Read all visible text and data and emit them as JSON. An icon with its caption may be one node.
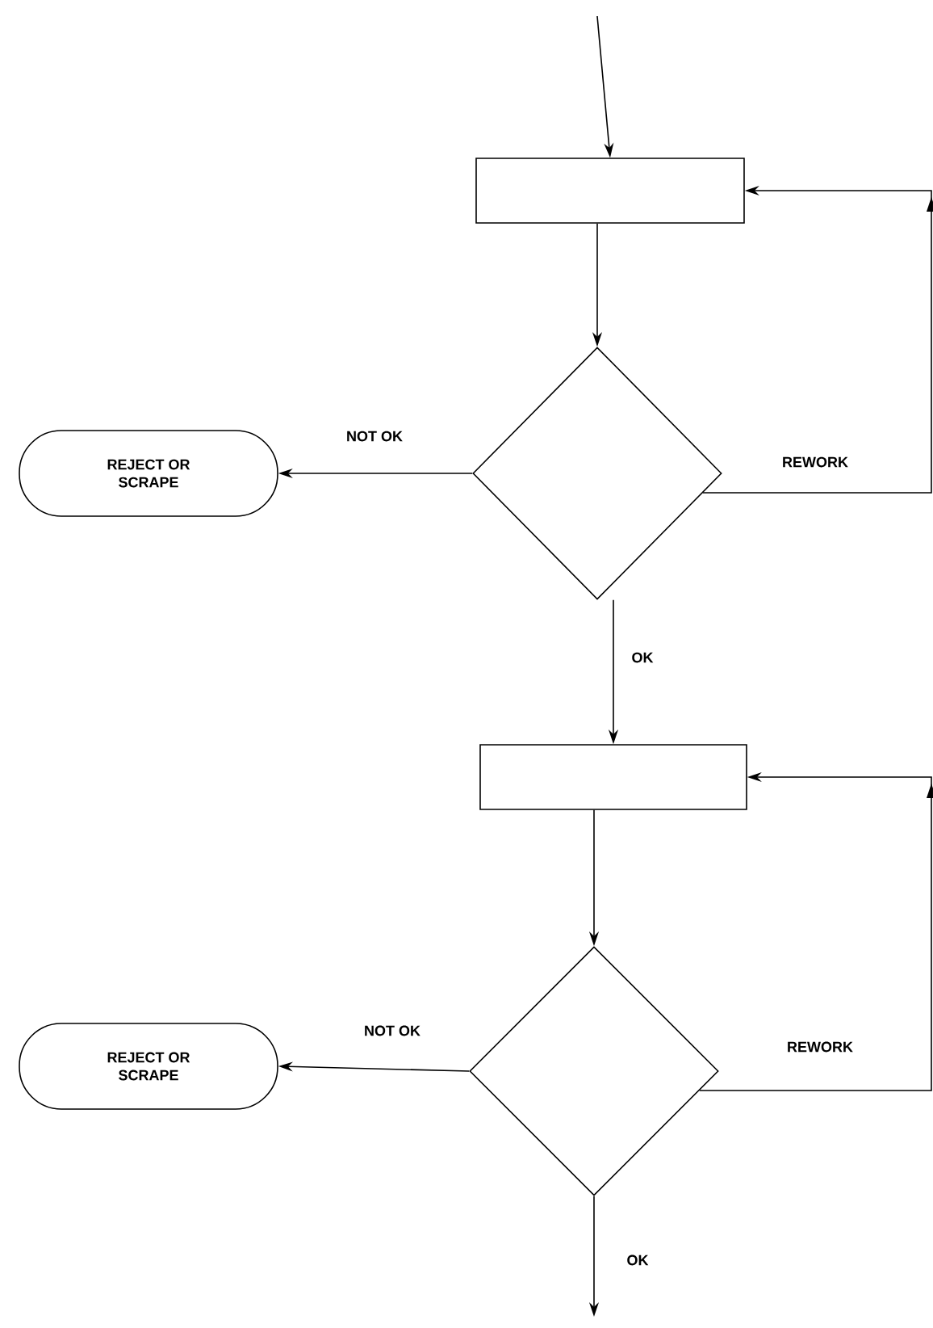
{
  "diagram": {
    "nodes": [
      {
        "text": [],
        "shape": "box"
      },
      {
        "text": [],
        "shape": "diamond"
      },
      {
        "text": [
          "REJECT OR SCRAPE"
        ]
      },
      {
        "text": [],
        "shape": "box"
      },
      {
        "text": [],
        "shape": "diamond"
      },
      {
        "text": [
          "REJECT OR SCRAPE"
        ]
      }
    ],
    "edges": [
      {
        "from": null,
        "to": 0,
        "arrow": "to"
      },
      {
        "from": 0,
        "to": 1,
        "arrow": "to"
      },
      {
        "from": 1,
        "to": 2,
        "arrow": "to",
        "label": "NOT OK"
      },
      {
        "from": 1,
        "to": 0,
        "arrow": "to",
        "label": "REWORK"
      },
      {
        "from": 1,
        "to": 3,
        "arrow": "to",
        "label": "OK"
      },
      {
        "from": 3,
        "to": 4,
        "arrow": "to"
      },
      {
        "from": 4,
        "to": 5,
        "arrow": "to",
        "label": "NOT OK"
      },
      {
        "from": 4,
        "to": 3,
        "arrow": "to",
        "label": "REWORK"
      },
      {
        "from": 4,
        "to": null,
        "arrow": "to",
        "label": "OK"
      }
    ]
  }
}
